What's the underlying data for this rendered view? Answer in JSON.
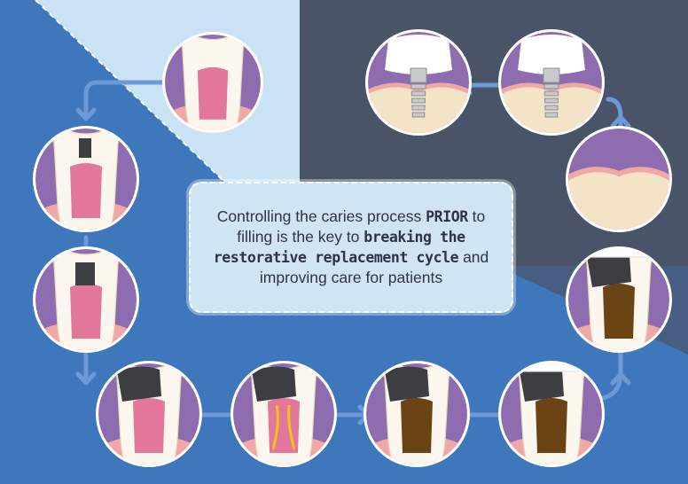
{
  "caption": {
    "part1": "Controlling the caries process ",
    "bold1": "PRIOR",
    "part2": " to filling is the key to ",
    "bold2": "breaking the restorative replacement cycle",
    "part3": " and improving care for patients"
  },
  "colors": {
    "bg_blue": "#3f77bd",
    "bg_light": "#c9e3f5",
    "bg_dark": "#4a5468",
    "arrow": "#6b9ad6",
    "circle_ring": "#ffffff",
    "circle_fill": "#8e6cb0",
    "enamel": "#fbf7ee",
    "dentin": "#f3e4c8",
    "pulp": "#e2779b",
    "gum": "#f0a8a6",
    "decay": "#3d3d44",
    "advanced_decay": "#6b4416",
    "crown": "#ffffff",
    "implant": "#c7c9cc",
    "nerve": "#f1c21b"
  },
  "stages": [
    {
      "id": "healthy-tooth",
      "icon": "healthy-tooth-icon"
    },
    {
      "id": "small-cavity",
      "icon": "small-cavity-tooth-icon"
    },
    {
      "id": "filled-cavity",
      "icon": "filled-cavity-tooth-icon"
    },
    {
      "id": "larger-filling",
      "icon": "larger-filling-tooth-icon"
    },
    {
      "id": "pulp-infection",
      "icon": "pulp-infection-tooth-icon"
    },
    {
      "id": "root-canal",
      "icon": "root-canal-tooth-icon"
    },
    {
      "id": "crown-root-canal",
      "icon": "crown-on-root-canal-tooth-icon"
    },
    {
      "id": "crown-replacement",
      "icon": "crown-replacement-tooth-icon"
    },
    {
      "id": "extraction-site",
      "icon": "extraction-gum-icon"
    },
    {
      "id": "implant-crown-right",
      "icon": "implant-crown-icon"
    },
    {
      "id": "implant-crown-left",
      "icon": "implant-crown-icon"
    }
  ]
}
